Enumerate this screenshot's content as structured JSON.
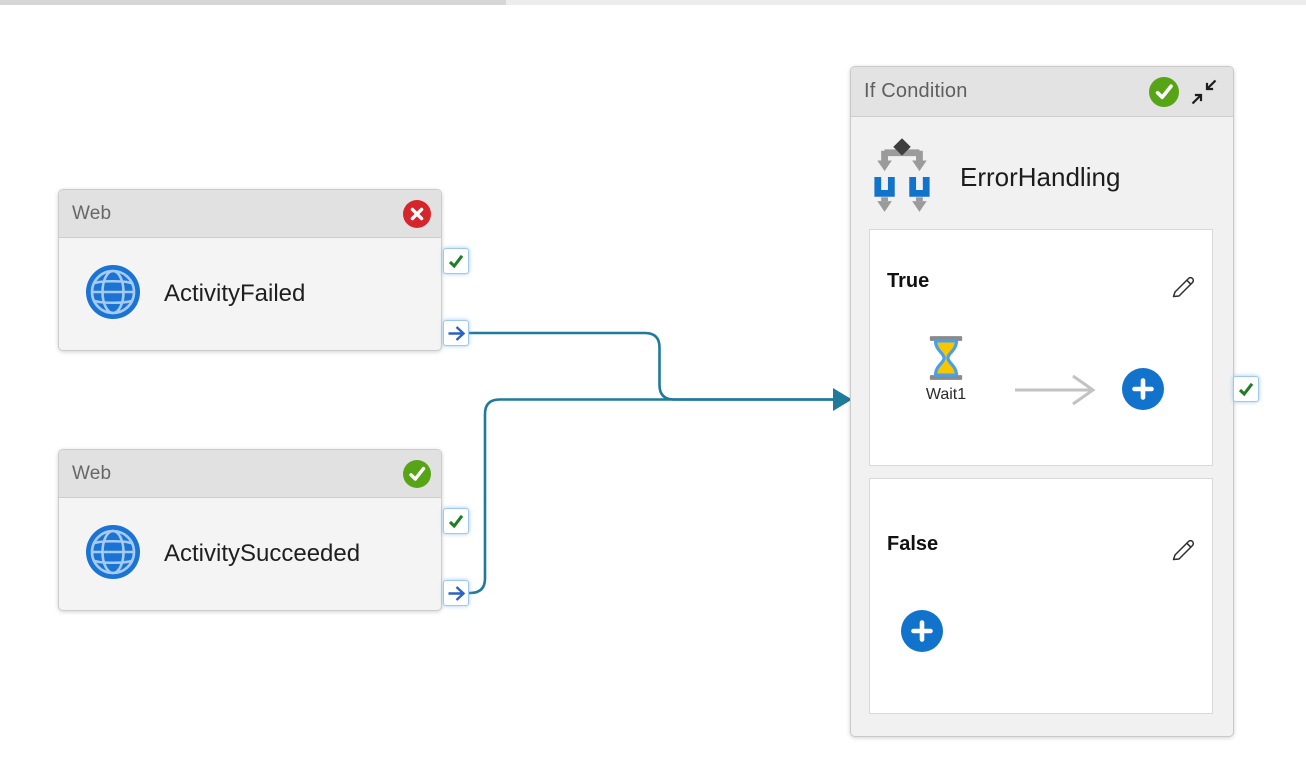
{
  "canvas": {
    "background": "#ffffff"
  },
  "colors": {
    "edge_teal": "#1f7a9c",
    "accent_blue": "#1273cc",
    "success_green": "#57a417",
    "error_red": "#d6252b",
    "port_check_green": "#1e7e23",
    "port_arrow_blue": "#2b62c4"
  },
  "icons": {
    "globe": "web-activity-globe",
    "branch": "if-condition-branch",
    "hourglass": "wait-hourglass",
    "pencil": "edit-pencil",
    "plus": "add-activity-plus",
    "collapse": "collapse-arrows",
    "check": "checkmark",
    "cross": "error-cross"
  },
  "nodes": {
    "activity_failed": {
      "type_label": "Web",
      "name": "ActivityFailed",
      "status": "failed"
    },
    "activity_succeeded": {
      "type_label": "Web",
      "name": "ActivitySucceeded",
      "status": "succeeded"
    },
    "if_condition": {
      "type_label": "If Condition",
      "name": "ErrorHandling",
      "status": "succeeded",
      "branches": {
        "true": {
          "label": "True",
          "activities": [
            {
              "name": "Wait1",
              "type": "Wait"
            }
          ]
        },
        "false": {
          "label": "False",
          "activities": []
        }
      }
    }
  },
  "edges": [
    {
      "from": "ActivityFailed",
      "to": "ErrorHandling"
    },
    {
      "from": "ActivitySucceeded",
      "to": "ErrorHandling"
    }
  ]
}
